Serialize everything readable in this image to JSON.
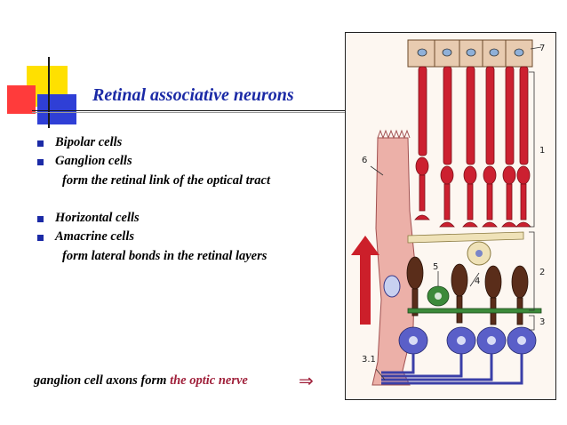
{
  "slide": {
    "title": "Retinal associative neurons",
    "group1": {
      "items": [
        "Bipolar cells",
        "Ganglion cells"
      ],
      "note": "form the retinal link of the optical tract"
    },
    "group2": {
      "items": [
        "Horizontal cells",
        "Amacrine cells"
      ],
      "note": "form lateral bonds in the retinal layers"
    },
    "footer": {
      "prefix": "ganglion cell axons form ",
      "highlight": "the optic nerve",
      "arrow": "⇒"
    }
  },
  "figure": {
    "labels": [
      "7",
      "6",
      "1",
      "5",
      "4",
      "2",
      "3",
      "3.1"
    ]
  },
  "colors": {
    "title": "#1b2aa6",
    "highlight": "#a0213b",
    "photoreceptor": "#cc2030",
    "bipolar": "#5a2d1a",
    "ganglion": "#5a5fc8",
    "horizontal": "#3c8a3a",
    "muller": "#ecb0a8"
  }
}
